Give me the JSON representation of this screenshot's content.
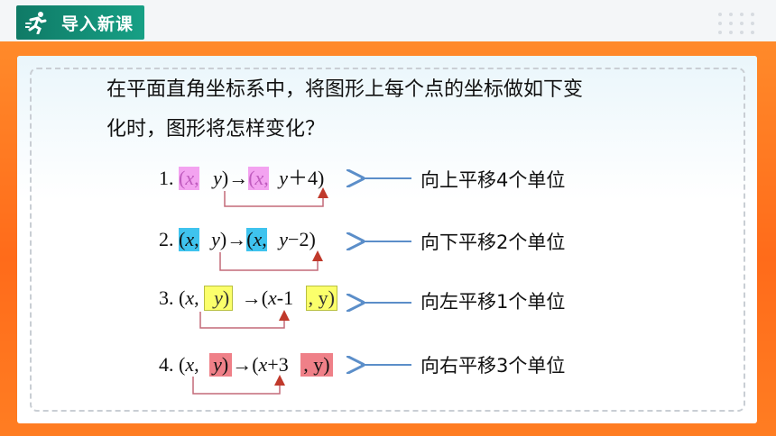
{
  "header": {
    "title": "导入新课",
    "icon": "runner-icon"
  },
  "question": {
    "line1": "在平面直角坐标系中，将图形上每个点的坐标做如下变",
    "line2": "化时，图形将怎样变化？"
  },
  "items": [
    {
      "num": "1.",
      "a": "(",
      "ax": "x",
      "comma1": ",",
      "ay": "y",
      "close1": ")",
      "arrow": "→",
      "b": "(",
      "bx": "x",
      "comma2": ",",
      "by": "y",
      "change": "＋4)",
      "label": "向上平移4个单位",
      "highlight": "#f3a3f0"
    },
    {
      "num": "2.",
      "a": "(",
      "ax": "x",
      "comma1": ",",
      "ay": "y",
      "close1": ")",
      "arrow": "→",
      "b": "(",
      "bx": "x",
      "comma2": ",",
      "by": "y",
      "change": " −2)",
      "label": "向下平移2个单位",
      "highlight": "#3fc3ee"
    },
    {
      "num": "3.",
      "a": "(",
      "ax": "x",
      "comma1": ",",
      "ay": "y",
      "close1": ")",
      "arrow": "→",
      "b": "(",
      "bx": "x",
      "change": "-1",
      "tail": ", y)",
      "label": "向左平移1个单位",
      "highlight": "#fbff6b"
    },
    {
      "num": "4.",
      "a": "(",
      "ax": "x",
      "comma1": ",",
      "ay": "y",
      "close1": ")",
      "arrow": "→",
      "b": "(",
      "bx": "x",
      "change": "+3",
      "tail": ", y)",
      "label": "向右平移3个单位",
      "highlight": "#ef8088"
    }
  ],
  "colors": {
    "accent_orange": "#ff6b1a",
    "teal": "#0f7a66",
    "arrow_blue": "#5b8ec9",
    "connector": "#c46a78"
  }
}
